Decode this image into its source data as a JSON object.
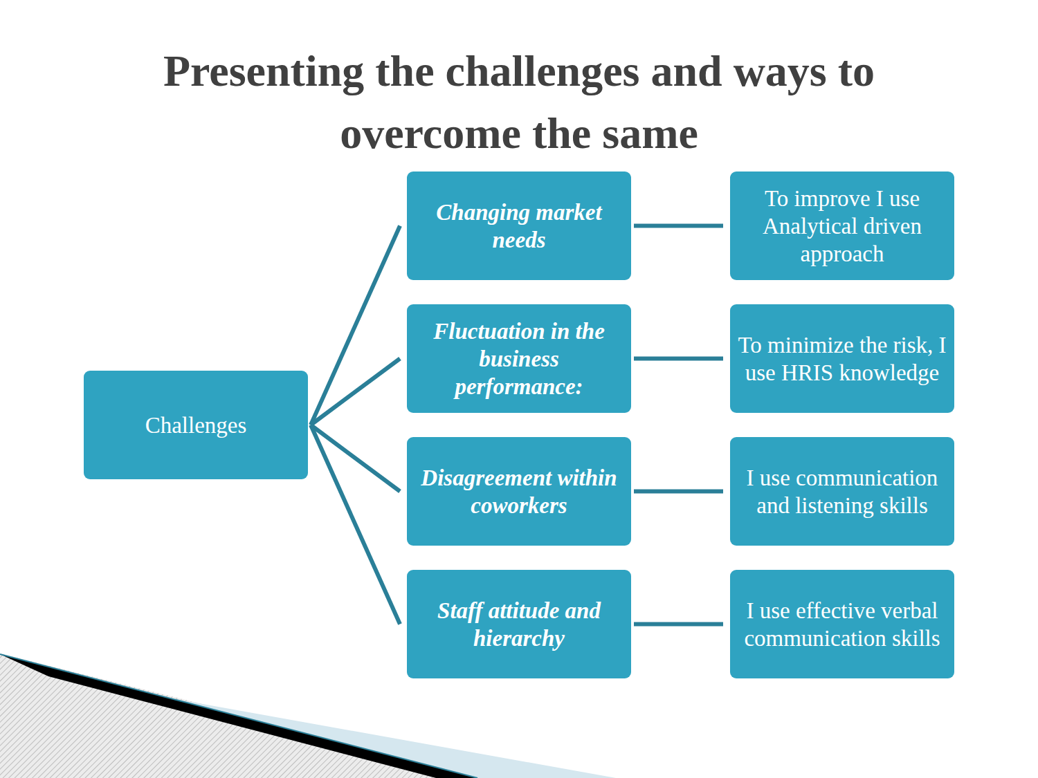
{
  "diagram": {
    "title": "Presenting the challenges and ways to overcome the same",
    "nodes": [
      {
        "text": [
          "Challenges"
        ]
      },
      {
        "text": [
          "Changing market needs"
        ]
      },
      {
        "text": [
          "Fluctuation in the business performance:"
        ]
      },
      {
        "text": [
          "Disagreement within coworkers"
        ]
      },
      {
        "text": [
          "Staff attitude and hierarchy"
        ]
      },
      {
        "text": [
          "To improve I use Analytical driven approach"
        ]
      },
      {
        "text": [
          "To minimize the risk, I use HRIS knowledge"
        ]
      },
      {
        "text": [
          "I use communication and listening skills"
        ]
      },
      {
        "text": [
          "I use effective verbal communication skills"
        ]
      }
    ],
    "edges": [
      {
        "from": 0,
        "to": 1,
        "arrow": "none"
      },
      {
        "from": 0,
        "to": 2,
        "arrow": "none"
      },
      {
        "from": 0,
        "to": 3,
        "arrow": "none"
      },
      {
        "from": 0,
        "to": 4,
        "arrow": "none"
      },
      {
        "from": 1,
        "to": 5,
        "arrow": "none"
      },
      {
        "from": 2,
        "to": 6,
        "arrow": "none"
      },
      {
        "from": 3,
        "to": 7,
        "arrow": "none"
      },
      {
        "from": 4,
        "to": 8,
        "arrow": "none"
      }
    ]
  }
}
